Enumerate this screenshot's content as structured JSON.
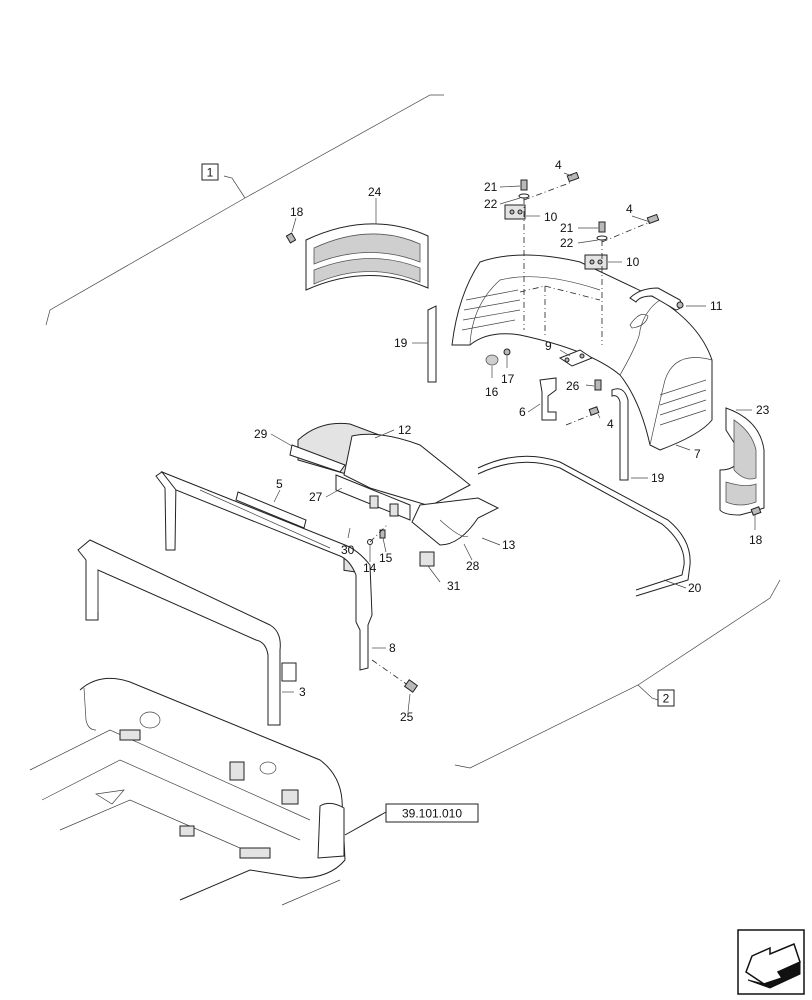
{
  "callouts": {
    "c1": "1",
    "c2": "2",
    "c3": "3",
    "c4a": "4",
    "c4b": "4",
    "c4c": "4",
    "c5": "5",
    "c6": "6",
    "c7": "7",
    "c8": "8",
    "c9": "9",
    "c10a": "10",
    "c10b": "10",
    "c11": "11",
    "c12": "12",
    "c13": "13",
    "c14": "14",
    "c15": "15",
    "c16": "16",
    "c17": "17",
    "c18a": "18",
    "c18b": "18",
    "c19a": "19",
    "c19b": "19",
    "c20": "20",
    "c21a": "21",
    "c21b": "21",
    "c22a": "22",
    "c22b": "22",
    "c23": "23",
    "c24": "24",
    "c25": "25",
    "c26": "26",
    "c27": "27",
    "c28": "28",
    "c29": "29",
    "c30": "30",
    "c31": "31"
  },
  "reference_label": "39.101.010",
  "icons": {
    "corner": "arrow-back-icon"
  }
}
